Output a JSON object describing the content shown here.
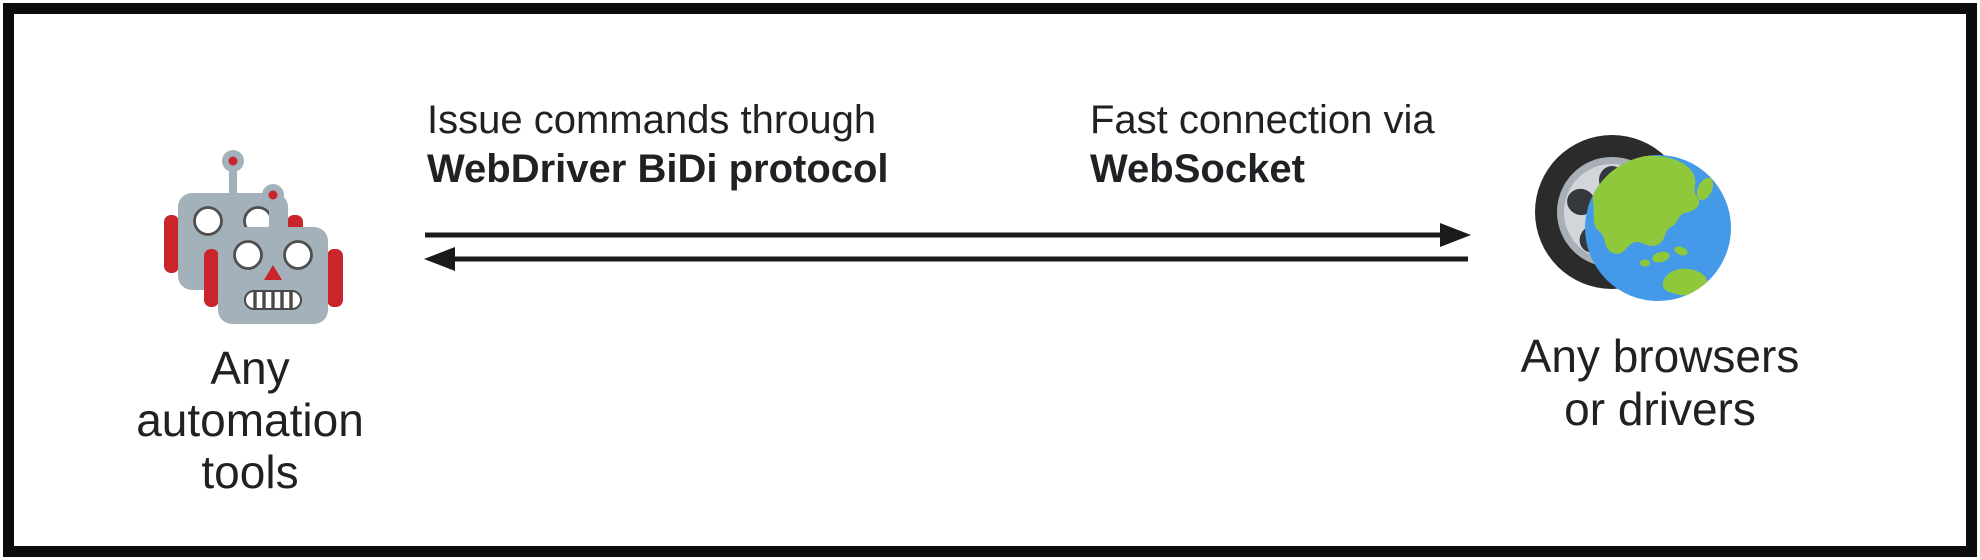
{
  "diagram": {
    "title_context": "WebDriver BiDi communication diagram",
    "left_node": {
      "icon": "robots-icon",
      "label_lines": [
        "Any",
        "automation",
        "tools"
      ]
    },
    "right_node": {
      "icon": "wheel-globe-icon",
      "label_lines": [
        "Any browsers",
        "or drivers"
      ]
    },
    "top_arrow_label": {
      "normal": "Issue commands through",
      "bold": "WebDriver BiDi protocol"
    },
    "bottom_arrow_label": {
      "normal": "Fast connection via",
      "bold": "WebSocket"
    },
    "arrows": {
      "top_direction": "right",
      "bottom_direction": "left"
    },
    "colors": {
      "text": "#202124",
      "arrow": "#1a1a1a",
      "frame_border": "#0c0c0c",
      "robot_body": "#a3b1bb",
      "robot_accent": "#c9252b",
      "tire_dark": "#2b2b2b",
      "tire_rim": "#d2d6da",
      "globe_blue": "#4499e8",
      "globe_green": "#90c83c"
    }
  }
}
